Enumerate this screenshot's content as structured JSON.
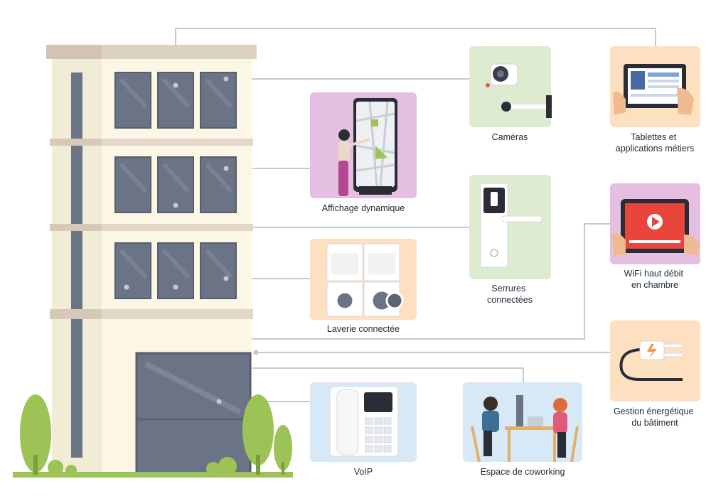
{
  "services": {
    "cameras": "Caméras",
    "tablets": "Tablettes et\napplications métiers",
    "signage": "Affichage dynamique",
    "locks": "Serrures\nconnectées",
    "wifi": "WiFi haut débit\nen chambre",
    "laundry": "Laverie connectée",
    "energy": "Gestion énergétique\ndu bâtiment",
    "voip": "VoIP",
    "coworking": "Espace de coworking"
  },
  "colors": {
    "building_light": "#fbf7e4",
    "building_dark": "#f1ecd6",
    "cornice": "#d8cdc0",
    "window": "#6b7386",
    "connector": "#c5c8cc",
    "green_card": "#ddebd0",
    "pink_card": "#e4bfe1",
    "peach_card": "#fde0c0",
    "blue_card": "#d7e8f7",
    "tree": "#9dc255"
  }
}
